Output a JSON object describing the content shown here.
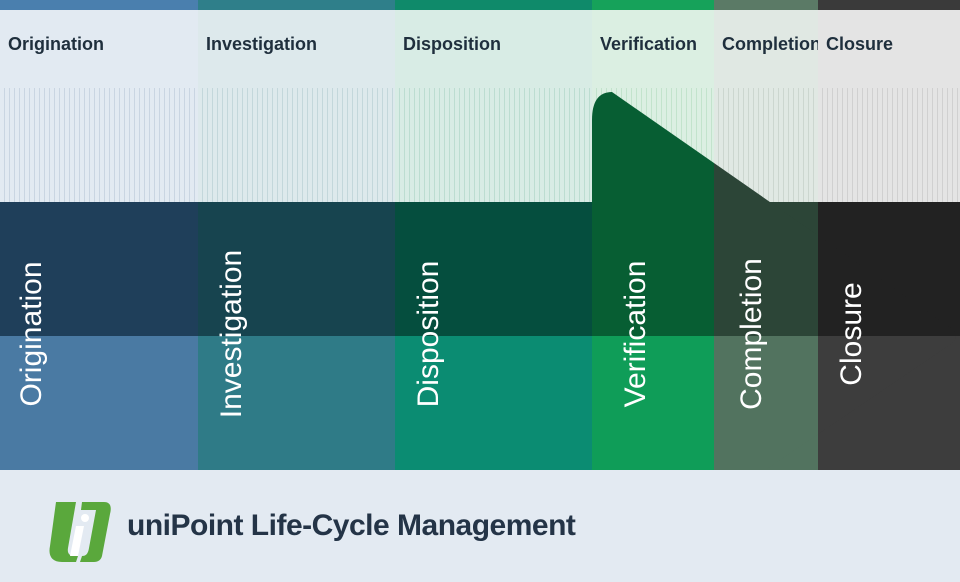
{
  "stages": [
    {
      "label": "Origination",
      "header_bg": "#e2eaf2",
      "cap": "#4a7fae",
      "dark": "#1f3f5a",
      "light": "#4a7aa3",
      "stripe_line": "#c9d5e2"
    },
    {
      "label": "Investigation",
      "header_bg": "#dde9ec",
      "cap": "#2f7f8a",
      "dark": "#17444f",
      "light": "#2f7b87",
      "stripe_line": "#c3d7db"
    },
    {
      "label": "Disposition",
      "header_bg": "#d8ece5",
      "cap": "#0f8a6a",
      "dark": "#054e3e",
      "light": "#0b8c72",
      "stripe_line": "#bcddd1"
    },
    {
      "label": "Verification",
      "header_bg": "#dbefe2",
      "cap": "#16a25a",
      "dark": "#075e33",
      "light": "#0f9d58",
      "stripe_line": "#c2e3cc"
    },
    {
      "label": "Completion",
      "header_bg": "#e0e8e3",
      "cap": "#5b7a66",
      "dark": "#2c4537",
      "light": "#52735f",
      "stripe_line": "#ccd6cf"
    },
    {
      "label": "Closure",
      "header_bg": "#e4e4e4",
      "cap": "#3a3a3a",
      "dark": "#222222",
      "light": "#3d3d3d",
      "stripe_line": "#d0d0d0"
    }
  ],
  "footer": {
    "title": "uniPoint Life-Cycle Management",
    "logo_icon": "unipoint-logo-icon",
    "logo_color": "#5aa83c"
  },
  "arrow_color": "#0b8f4f"
}
